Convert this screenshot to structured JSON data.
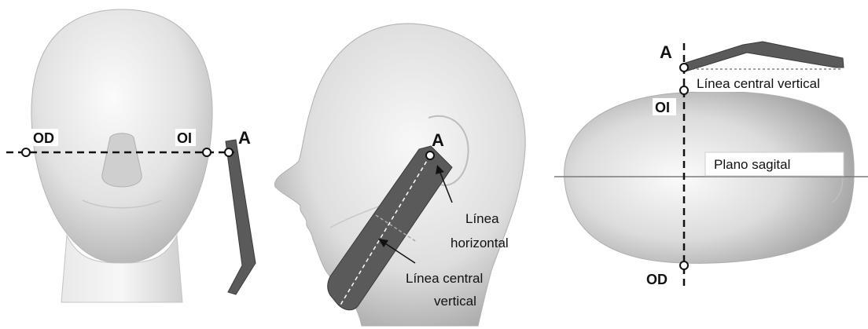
{
  "figure": {
    "front_view": {
      "label_right_eye": "OD",
      "label_left_eye": "OI",
      "label_point": "A"
    },
    "side_view": {
      "label_point": "A",
      "label_horizontal_line": [
        "Línea",
        "horizontal"
      ],
      "label_center_line": [
        "Línea central",
        "vertical"
      ]
    },
    "top_view": {
      "label_point": "A",
      "label_left_eye": "OI",
      "label_right_eye": "OD",
      "label_center_line": "Línea central vertical",
      "label_sagittal_plane": "Plano sagital"
    }
  },
  "colors": {
    "phone": "#5a5a5a",
    "head_light": "#f2f2f2",
    "head_mid": "#d6d6d6",
    "head_dark": "#9c9c9c"
  }
}
